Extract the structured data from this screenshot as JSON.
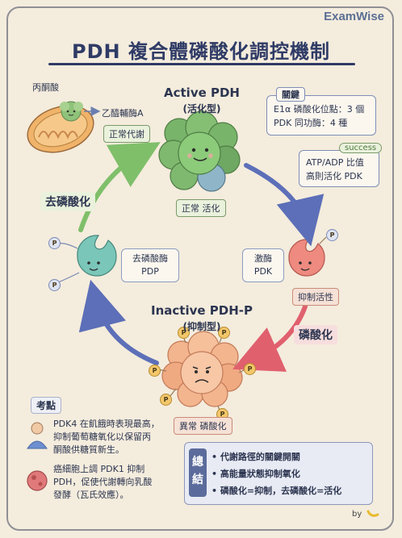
{
  "brand": "ExamWise",
  "title": "PDH 複合體磷酸化調控機制",
  "mito": {
    "pyruvate": "丙酮酸",
    "acetyl": "乙醯輔酶A",
    "normal_tag": "正常代謝"
  },
  "active": {
    "title": "Active PDH",
    "subtitle": "(活化型)",
    "tag": "正常 活化"
  },
  "inactive": {
    "title": "Inactive PDH-P",
    "subtitle": "(抑制型)",
    "tag": "異常 磷酸化"
  },
  "key_box": {
    "head": "關鍵",
    "line1": "E1α 磷酸化位點：3 個",
    "line2": "PDK 同功酶：4 種"
  },
  "atp_box": {
    "badge": "success",
    "line1": "ATP/ADP 比值",
    "line2": "高則活化 PDK"
  },
  "dephos_label": "去磷酸化",
  "phos_label": "磷酸化",
  "pdp": {
    "line1": "去磷酸酶",
    "line2": "PDP"
  },
  "pdk": {
    "line1": "激酶",
    "line2": "PDK",
    "tag": "抑制活性"
  },
  "phosphate": "P",
  "exam": {
    "head": "考點",
    "item1": [
      "PDK4 在飢餓時表現最高，",
      "抑制葡萄糖氧化以保留丙",
      "酮酸供糖質新生。"
    ],
    "item2": [
      "癌細胞上調 PDK1 抑制",
      "PDH，促使代謝轉向乳酸",
      "發酵（瓦氏效應）。"
    ]
  },
  "summary": {
    "title": "總結",
    "items": [
      "• 代謝路徑的關鍵開關",
      "• 高能量狀態抑制氧化",
      "• 磷酸化=抑制，去磷酸化=活化"
    ]
  },
  "by": "by"
}
